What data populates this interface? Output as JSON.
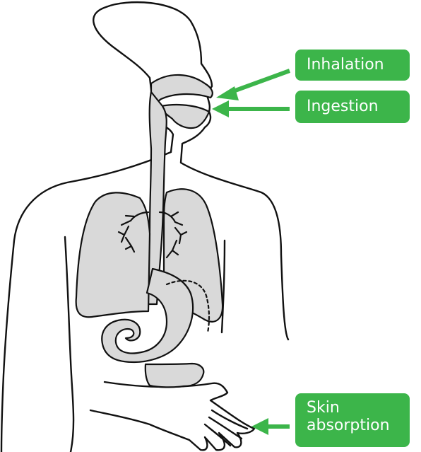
{
  "labels": {
    "inhalation": "Inhalation",
    "ingestion": "Ingestion",
    "skin_absorption": "Skin\nabsorption"
  },
  "colors": {
    "label_background": "#3cb54a",
    "label_text": "#ffffff",
    "arrow": "#3cb54a",
    "organ_fill": "#d9d9d9",
    "outline": "#111111",
    "background": "#ffffff"
  },
  "icons": {
    "figure": "human-torso-outline",
    "organs": [
      "airway",
      "esophagus",
      "lungs",
      "bronchi",
      "stomach",
      "intestines"
    ],
    "arrows": [
      "arrow-left-icon",
      "arrow-left-icon",
      "arrow-left-icon"
    ]
  }
}
